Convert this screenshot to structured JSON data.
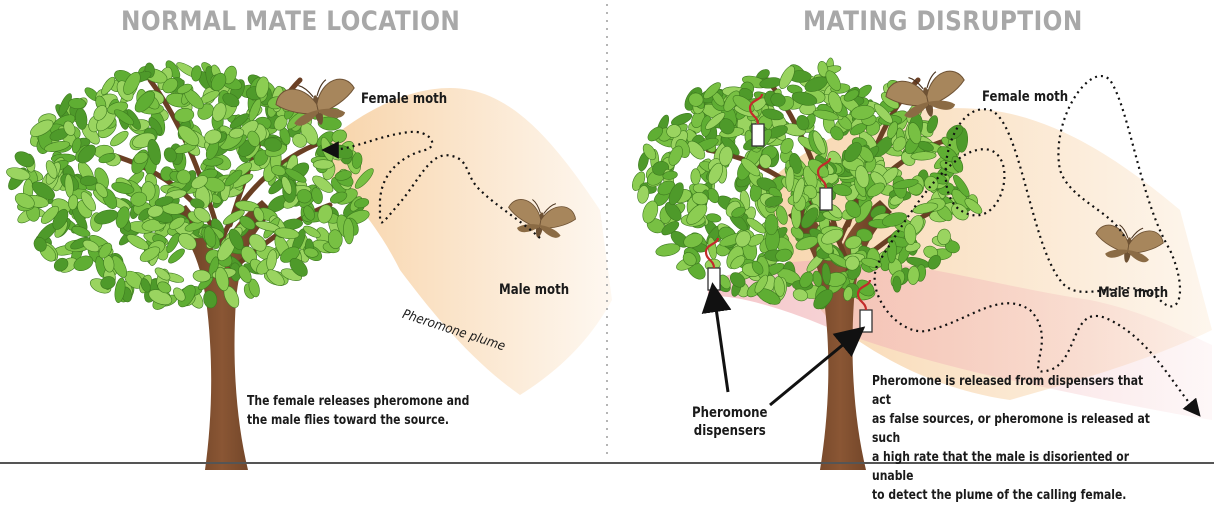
{
  "left_panel": {
    "title": "NORMAL MATE LOCATION",
    "female_label": "Female moth",
    "male_label": "Male moth",
    "plume_label": "Pheromone plume",
    "caption": "The female releases pheromone and\nthe male flies toward the source."
  },
  "right_panel": {
    "title": "MATING DISRUPTION",
    "female_label": "Female moth",
    "male_label": "Male moth",
    "dispensers_label": "Pheromone\ndispensers",
    "caption": "Pheromone is released from dispensers that act\nas false sources, or pheromone is released at such\na high rate that the male is disoriented or unable\nto detect the plume of the calling female."
  },
  "colors": {
    "title_gray": "#a8a8a8",
    "leaf_green": "#6dbb3a",
    "trunk_brown": "#7a4a2e",
    "plume_orange": "#f5c48a",
    "plume_pink": "#f1b3b7",
    "moth_brown": "#9a7a52"
  }
}
